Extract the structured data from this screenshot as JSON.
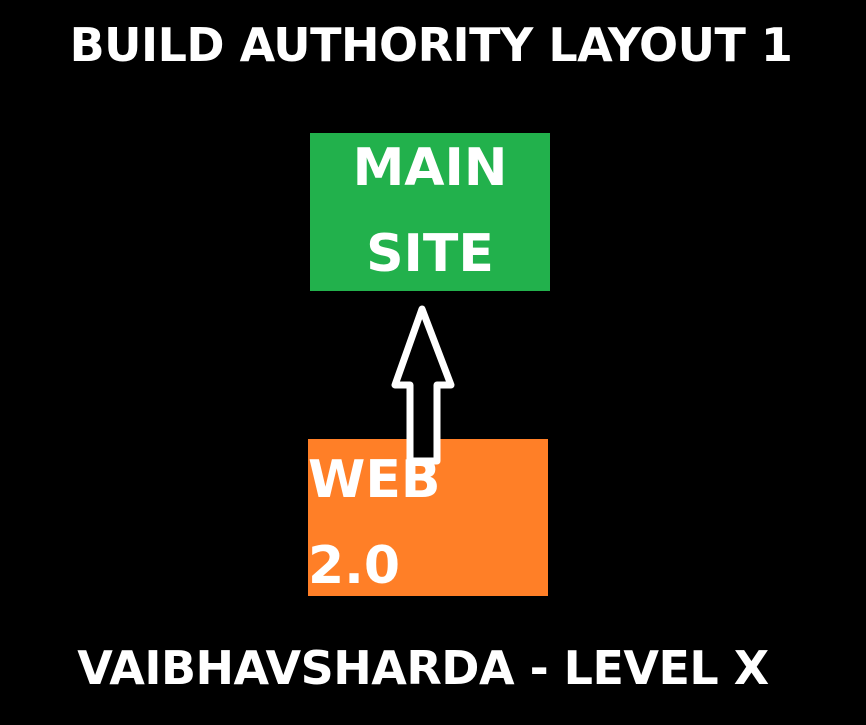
{
  "title": "BUILD AUTHORITY LAYOUT 1",
  "footer": "VAIBHAVSHARDA - LEVEL X",
  "nodes": {
    "main_site": {
      "line1": "MAIN",
      "line2": "SITE",
      "color": "#22B14C"
    },
    "web20": {
      "label": "WEB 2.0",
      "color": "#FF7F27"
    }
  },
  "edges": [
    {
      "from": "web20",
      "to": "main_site",
      "icon": "arrow-up-icon"
    }
  ]
}
